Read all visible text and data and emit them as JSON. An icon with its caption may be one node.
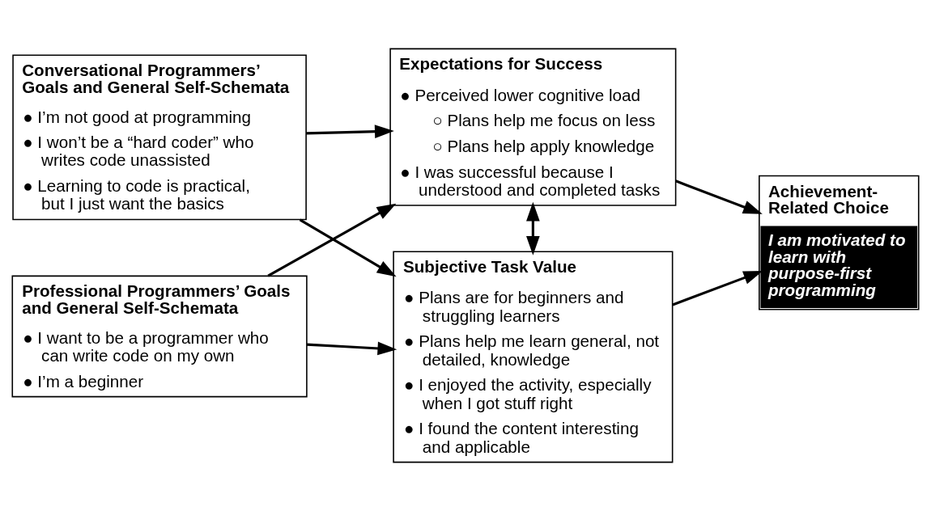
{
  "diagram": {
    "nodes": [
      {
        "text": [
          "Conversational Programmers’ Goals and General Self-Schemata",
          "● I’m not good at programming",
          "● I won’t be a “hard coder” who writes code unassisted",
          "● Learning to code is practical, but I just want the basics"
        ]
      },
      {
        "text": [
          "Professional Programmers’ Goals and General Self-Schemata",
          "● I want to be a programmer who can write code on my own",
          "● I’m a beginner"
        ]
      },
      {
        "text": [
          "Expectations for Success",
          "● Perceived lower cognitive load",
          "○ Plans help me focus on less",
          "○ Plans help apply knowledge",
          "● I was successful because I understood and completed tasks"
        ]
      },
      {
        "text": [
          "Subjective Task Value",
          "● Plans are for beginners and struggling learners",
          "● Plans help me learn general, not detailed, knowledge",
          "● I enjoyed the activity, especially when I got stuff right",
          "● I found the content interesting and applicable"
        ]
      },
      {
        "text": [
          "Achievement-Related Choice",
          "I am motivated to learn with purpose-first programming"
        ]
      }
    ],
    "edges": [
      {
        "from": 0,
        "to": 2,
        "arrow": "to"
      },
      {
        "from": 0,
        "to": 3,
        "arrow": "to"
      },
      {
        "from": 1,
        "to": 2,
        "arrow": "to"
      },
      {
        "from": 1,
        "to": 3,
        "arrow": "to"
      },
      {
        "from": 2,
        "to": 3,
        "arrow": "both"
      },
      {
        "from": 2,
        "to": 4,
        "arrow": "to"
      },
      {
        "from": 3,
        "to": 4,
        "arrow": "to"
      }
    ]
  }
}
